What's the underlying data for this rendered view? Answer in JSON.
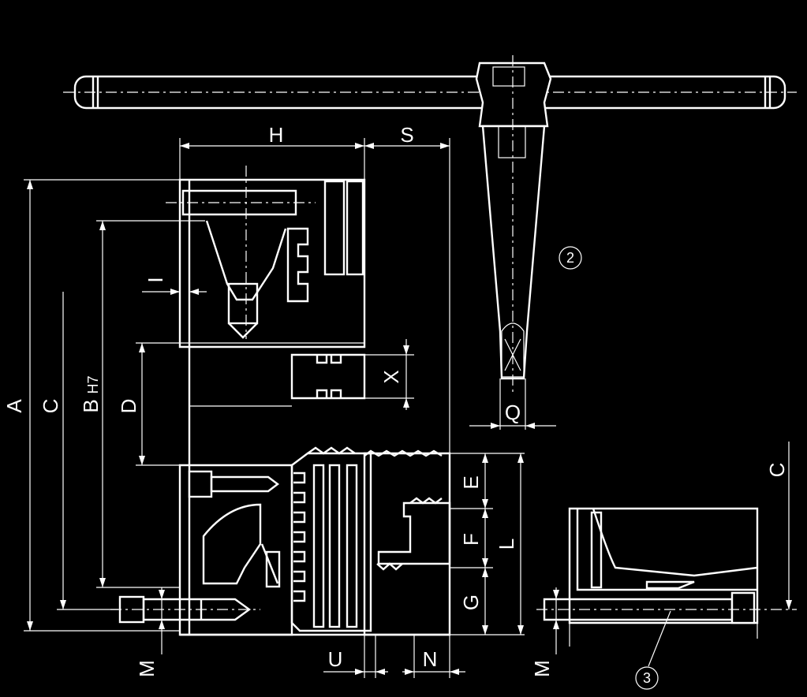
{
  "diagram": {
    "dimension_labels": {
      "A": "A",
      "C_left": "C",
      "B": "B",
      "B_tolerance": "H7",
      "D": "D",
      "I": "I",
      "H": "H",
      "S": "S",
      "X": "X",
      "Q": "Q",
      "E": "E",
      "F": "F",
      "G": "G",
      "L": "L",
      "M_left": "M",
      "M_right": "M",
      "U": "U",
      "N": "N",
      "C_right": "C"
    },
    "balloons": {
      "item_2": "2",
      "item_3": "3"
    },
    "colors": {
      "background": "#000000",
      "line": "#ffffff"
    }
  }
}
